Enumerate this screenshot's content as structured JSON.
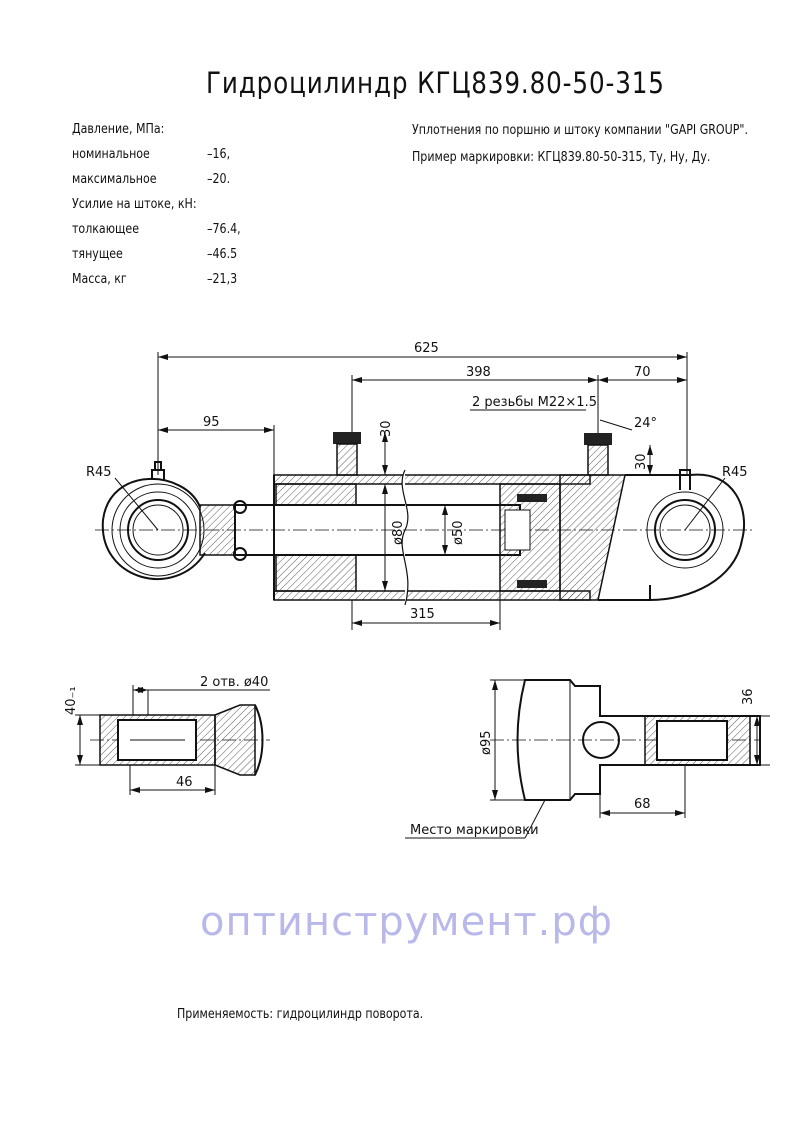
{
  "title": "Гидроцилиндр КГЦ839.80-50-315",
  "specs": {
    "pressure_heading": "Давление, МПа:",
    "nominal_label": "номинальное",
    "nominal_value": "–16,",
    "max_label": "максимальное",
    "max_value": "–20.",
    "force_heading": "Усилие на штоке, кН:",
    "push_label": "толкающее",
    "push_value": "–76.4,",
    "pull_label": "тянущее",
    "pull_value": "–46.5",
    "mass_label": "Масса, кг",
    "mass_value": "–21,3"
  },
  "notes": {
    "seals": "Уплотнения по поршню и штоку компании \"GAPI GROUP\".",
    "marking_example": "Пример маркировки: КГЦ839.80-50-315, Ту, Ну, Ду."
  },
  "dimensions": {
    "overall": "625",
    "ports_distance": "398",
    "rear_offset": "70",
    "front_offset": "95",
    "thread_note": "2 резьбы M22×1.5",
    "angle": "24°",
    "port_height_left": "30",
    "port_height_right": "30",
    "radius_left": "R45",
    "radius_right": "R45",
    "stroke": "315",
    "bore": "ø80",
    "rod": "ø50",
    "eye_width": "40₋₁",
    "holes_note": "2 отв. ø40",
    "eye_offset": "46",
    "cap_diameter": "ø95",
    "rear_eye_width": "36",
    "rear_eye_offset": "68"
  },
  "marking_place": "Место маркировки",
  "watermark": "оптинструмент.рф",
  "applicability": "Применяемость: гидроцилиндр поворота."
}
